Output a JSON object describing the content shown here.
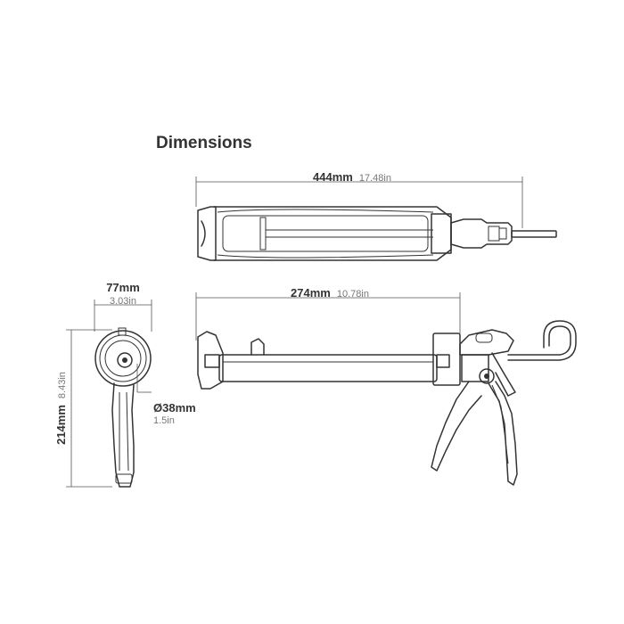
{
  "title": "Dimensions",
  "dimensions": {
    "overall_length": {
      "mm": "444mm",
      "in": "17.48in"
    },
    "barrel_length": {
      "mm": "274mm",
      "in": "10.78in"
    },
    "width": {
      "mm": "77mm",
      "in": "3.03in"
    },
    "height": {
      "mm": "214mm",
      "in": "8.43in"
    },
    "diameter": {
      "mm": "Ø38mm",
      "in": "1.5in"
    }
  }
}
